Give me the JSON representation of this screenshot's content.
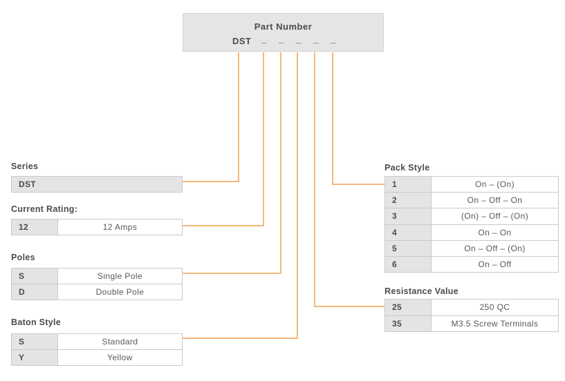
{
  "part_number_box": {
    "title": "Part Number",
    "prefix": "DST",
    "placeholders": [
      "_",
      "_",
      "_",
      "_",
      "_"
    ]
  },
  "tables": {
    "series": {
      "label": "Series",
      "rows": [
        {
          "key": "DST",
          "value": ""
        }
      ]
    },
    "current_rating": {
      "label": "Current Rating:",
      "rows": [
        {
          "key": "12",
          "value": "12 Amps"
        }
      ]
    },
    "poles": {
      "label": "Poles",
      "rows": [
        {
          "key": "S",
          "value": "Single Pole"
        },
        {
          "key": "D",
          "value": "Double Pole"
        }
      ]
    },
    "baton_style": {
      "label": "Baton Style",
      "rows": [
        {
          "key": "S",
          "value": "Standard"
        },
        {
          "key": "Y",
          "value": "Yellow"
        }
      ]
    },
    "pack_style": {
      "label": "Pack Style",
      "rows": [
        {
          "key": "1",
          "value": "On – (On)"
        },
        {
          "key": "2",
          "value": "On – Off – On"
        },
        {
          "key": "3",
          "value": "(On) – Off – (On)"
        },
        {
          "key": "4",
          "value": "On – On"
        },
        {
          "key": "5",
          "value": "On – Off – (On)"
        },
        {
          "key": "6",
          "value": "On – Off"
        }
      ]
    },
    "resistance_value": {
      "label": "Resistance Value",
      "rows": [
        {
          "key": "25",
          "value": "250 QC"
        },
        {
          "key": "35",
          "value": "M3.5 Screw Terminals"
        }
      ]
    }
  },
  "colors": {
    "accent": "#efa14c",
    "key_cell_bg": "#e4e4e6",
    "border": "#c9c9ca",
    "text": "#4b4b4d"
  }
}
